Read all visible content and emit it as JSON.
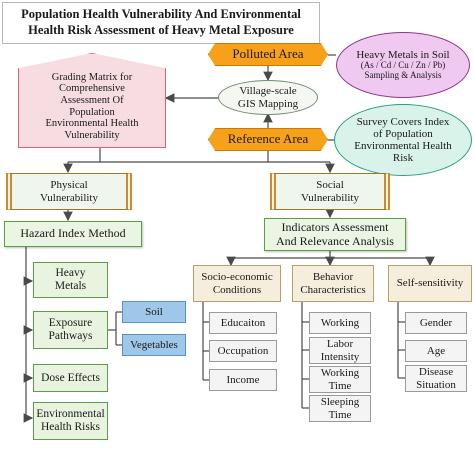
{
  "title": {
    "line1": "Population Health Vulnerability And Environmental",
    "line2": "Health Risk Assessment of Heavy Metal Exposure"
  },
  "polluted_area": "Polluted Area",
  "reference_area": "Reference Area",
  "gis_mapping": {
    "line1": "Village-scale",
    "line2": "GIS Mapping"
  },
  "grading_matrix": {
    "lines": [
      "Grading Matrix for",
      "Comprehensive",
      "Assessment Of",
      "Population",
      "Environmental Health",
      "Vulnerability"
    ]
  },
  "heavy_metals_soil": {
    "line1": "Heavy Metals in Soil",
    "line2": "(As / Cd / Cu / Zn / Pb)",
    "line3": "Sampling & Analysis"
  },
  "survey": {
    "lines": [
      "Survey Covers Index",
      "of Population",
      "Environmental Health",
      "Risk"
    ]
  },
  "physical_vulnerability": {
    "line1": "Physical",
    "line2": "Vulnerability"
  },
  "social_vulnerability": {
    "line1": "Social",
    "line2": "Vulnerability"
  },
  "hazard_index_method": "Hazard Index Method",
  "indicators": {
    "line1": "Indicators  Assessment",
    "line2": "And Relevance Analysis"
  },
  "physical_steps": {
    "heavy_metals": {
      "line1": "Heavy",
      "line2": "Metals"
    },
    "exposure": {
      "line1": "Exposure",
      "line2": "Pathways"
    },
    "dose_effects": "Dose Effects",
    "env_risks": {
      "line1": "Environmental",
      "line2": "Health Risks"
    }
  },
  "pathways": {
    "soil": "Soil",
    "vegetables": "Vegetables"
  },
  "socio_economic": {
    "header": {
      "line1": "Socio-economic",
      "line2": "Conditions"
    },
    "items": [
      "Educaiton",
      "Occupation",
      "Income"
    ]
  },
  "behavior": {
    "header": {
      "line1": "Behavior",
      "line2": "Characteristics"
    },
    "items": [
      {
        "line1": "Working",
        "line2": ""
      },
      {
        "line1": "Labor",
        "line2": "Intensity"
      },
      {
        "line1": "Working",
        "line2": "Time"
      },
      {
        "line1": "Sleeping",
        "line2": "Time"
      }
    ]
  },
  "self_sensitivity": {
    "header": "Self-sensitivity",
    "items": [
      {
        "line1": "Gender",
        "line2": ""
      },
      {
        "line1": "Age",
        "line2": ""
      },
      {
        "line1": "Disease",
        "line2": "Situation"
      }
    ]
  },
  "colors": {
    "orange": "#f7a11a",
    "pink": "#f7dce2",
    "purple_ellipse": "#efc9ef",
    "green_ellipse": "#d9f2ea",
    "green_box": "#e8f4e0",
    "blue": "#9fc7ea",
    "tan": "#f6eedc",
    "grey": "#f4f4f4",
    "arrow": "#4a4a4a"
  }
}
